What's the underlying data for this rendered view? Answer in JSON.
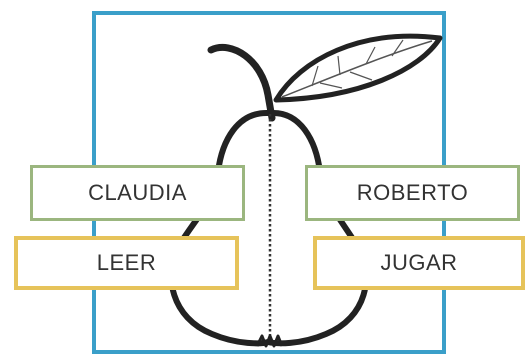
{
  "labels": {
    "top_left": "CLAUDIA",
    "top_right": "ROBERTO",
    "bottom_left": "LEER",
    "bottom_right": "JUGAR"
  },
  "colors": {
    "frame": "#3a9fc9",
    "name_border": "#9bb67f",
    "word_border": "#e6c35a",
    "line": "#222222"
  },
  "icon": "pear-outline-icon"
}
